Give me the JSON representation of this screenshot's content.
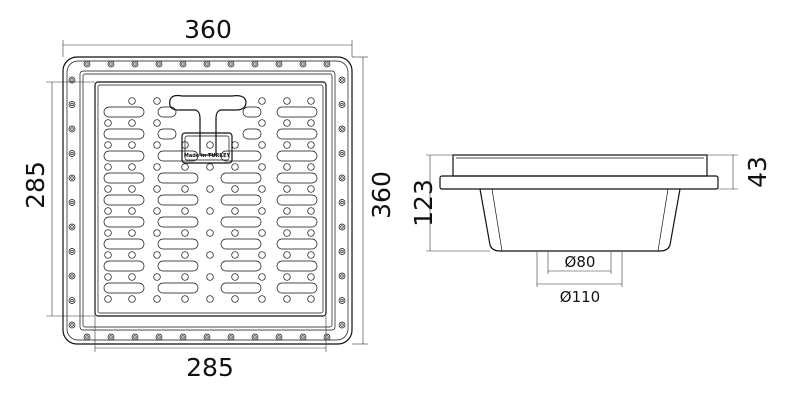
{
  "top_view": {
    "width_label": "360",
    "height_label": "360",
    "grate_width_label": "285",
    "grate_height_label": "285",
    "stamp_text": "Made in TURKEY"
  },
  "side_view": {
    "total_height_label": "123",
    "top_height_label": "43",
    "outlet_inner_label": "Ø80",
    "outlet_outer_label": "Ø110"
  }
}
